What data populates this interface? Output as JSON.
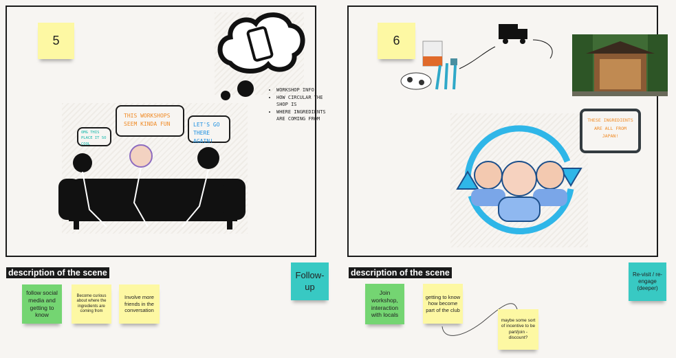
{
  "scene5": {
    "number": "5",
    "bubble_left": "OMG this place it so cool",
    "bubble_middle": "This workshops seem kinda fun",
    "bubble_right": "Let's go there again!",
    "thought_bullets": [
      "workshop info",
      "how circular the shop is",
      "where ingredients are coming from"
    ],
    "description_label": "description of the scene",
    "stickies": [
      "follow social media and getting to know",
      "Become curious about where the ingredients are coming from",
      "Involve more friends in the conversation"
    ],
    "stage_label": "Follow-up"
  },
  "scene6": {
    "number": "6",
    "bubble": "These ingredients are all from Japan!",
    "description_label": "description of the scene",
    "stickies": [
      "Join workshop, interaction with locals",
      "getting to know how become part of the club",
      "maybe some sort of incentive to be part/join - discount?"
    ],
    "stage_label": "Re-visit / re-engage (deeper)"
  },
  "colors": {
    "yellow": "#fdf8a3",
    "green": "#74d572",
    "teal": "#38c9c3",
    "orange_text": "#f08a24",
    "blue_text": "#1e90e0",
    "cycle_blue": "#2fb6e8"
  }
}
